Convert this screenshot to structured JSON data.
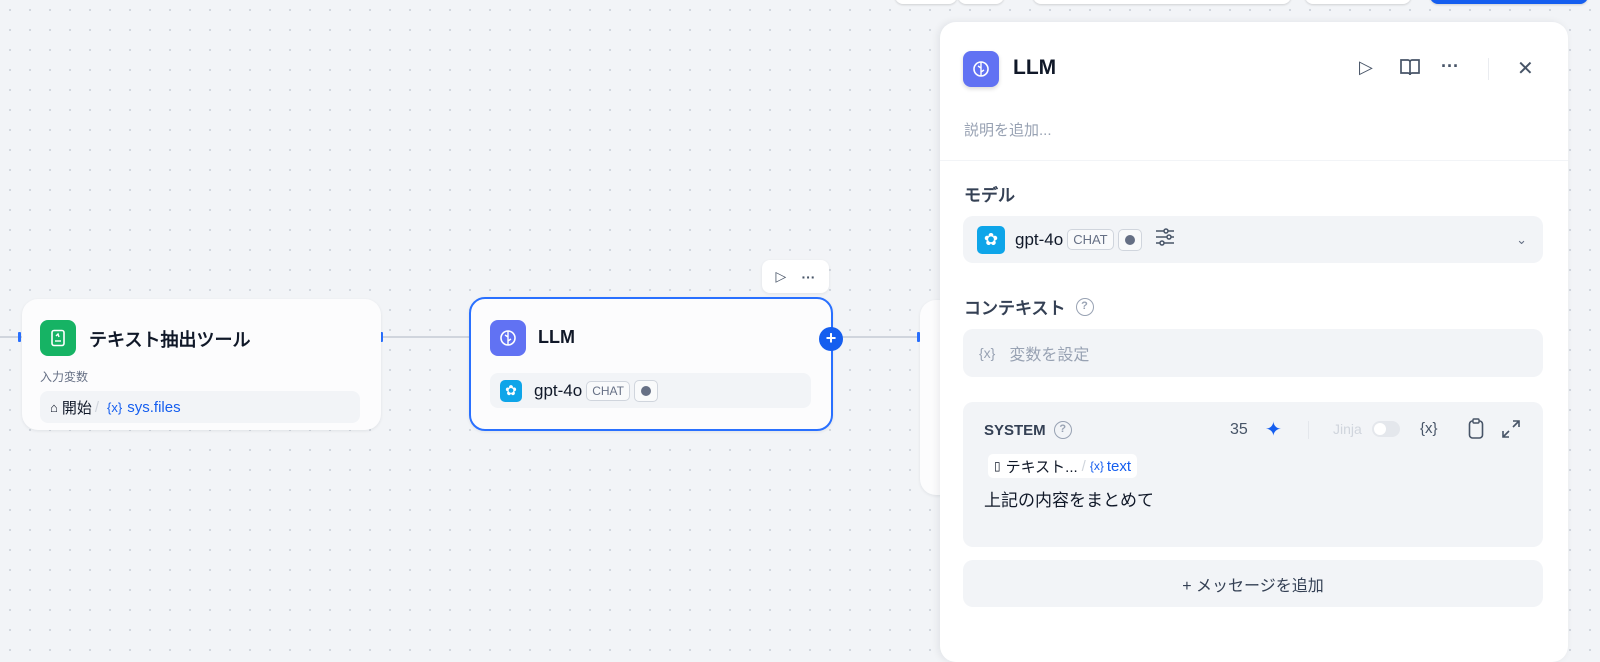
{
  "canvas": {
    "node_extract": {
      "title": "テキスト抽出ツール",
      "input_label": "入力変数",
      "source_node": "開始",
      "variable": "sys.files"
    },
    "node_llm": {
      "title": "LLM",
      "model": "gpt-4o",
      "mode_badge": "CHAT"
    }
  },
  "panel": {
    "title": "LLM",
    "description_placeholder": "説明を追加...",
    "model_section": {
      "label": "モデル",
      "model": "gpt-4o",
      "mode_badge": "CHAT"
    },
    "context_section": {
      "label": "コンテキスト",
      "placeholder": "変数を設定"
    },
    "system_prompt": {
      "role": "SYSTEM",
      "token_count": "35",
      "jinja_label": "Jinja",
      "jinja_enabled": false,
      "ref_node": "テキスト...",
      "ref_variable": "text",
      "text": "上記の内容をまとめて"
    },
    "add_message_label": "+ メッセージを追加"
  },
  "colors": {
    "accent": "#155eef",
    "llm_icon": "#6172f3",
    "tool_icon": "#16b364"
  }
}
